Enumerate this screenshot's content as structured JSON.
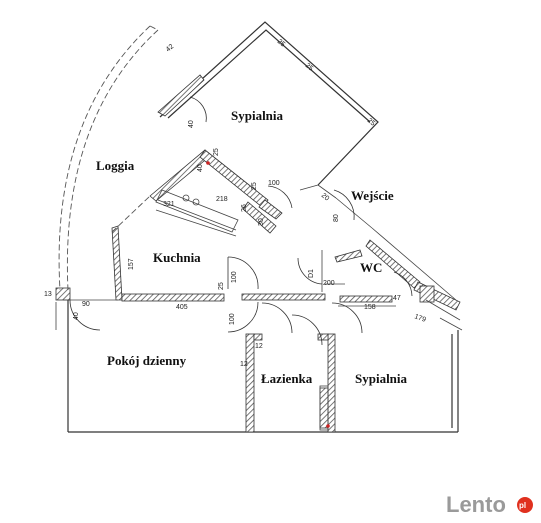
{
  "rooms": {
    "bedroom_top": "Sypialnia",
    "loggia": "Loggia",
    "entrance": "Wejście",
    "kitchen": "Kuchnia",
    "wc": "WC",
    "living_room": "Pokój dzienny",
    "bathroom": "Łazienka",
    "bedroom_right": "Sypialnia"
  },
  "dimensions": {
    "d42": "42",
    "d25a": "25",
    "d25b": "25",
    "d25c": "25",
    "d25d": "25",
    "d25e": "25",
    "d25f": "25",
    "d40a": "40",
    "d40b": "40",
    "d40c": "40",
    "d100a": "100",
    "d100b": "100",
    "d100c": "100",
    "d218": "218",
    "d321": "321",
    "d157": "157",
    "d405": "405",
    "d90": "90",
    "d13": "13",
    "d12a": "12",
    "d12b": "12",
    "d158": "158",
    "d179": "179",
    "d26": "26",
    "d30": "30",
    "d80": "80",
    "d200": "200",
    "d20": "20",
    "d47": "47"
  },
  "door_labels": {
    "d1": "D1"
  },
  "watermark": {
    "brand": "Lento",
    "suffix": "pl"
  },
  "colors": {
    "wall_hatch": "#555555",
    "line": "#333333",
    "watermark_dot": "#e0301e"
  }
}
